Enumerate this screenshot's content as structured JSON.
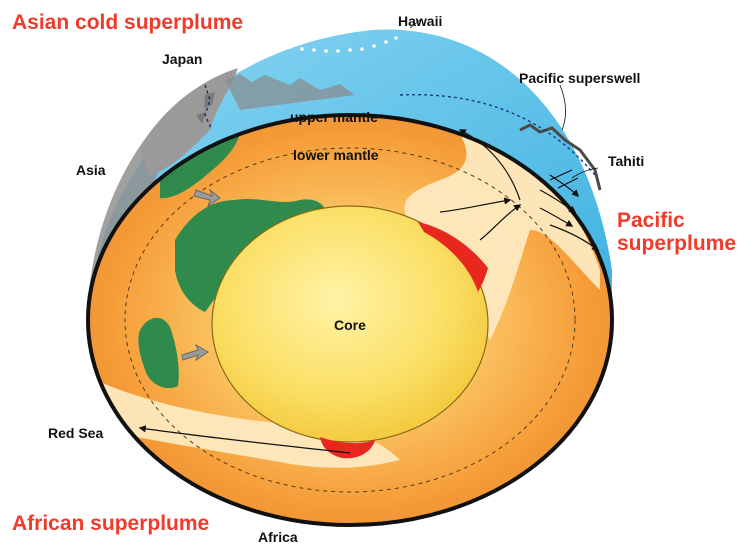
{
  "labels": {
    "asian_cold_superplume": "Asian cold superplume",
    "hawaii": "Hawaii",
    "japan": "Japan",
    "pacific_superswell": "Pacific superswell",
    "upper_mantle": "upper mantle",
    "lower_mantle": "lower mantle",
    "tahiti": "Tahiti",
    "asia": "Asia",
    "pacific_superplume_line1": "Pacific",
    "pacific_superplume_line2": "superplume",
    "core": "Core",
    "red_sea": "Red Sea",
    "african_superplume": "African superplume",
    "africa": "Africa"
  },
  "colors": {
    "ocean": "#5fc4ea",
    "mantle_orange": "#f5a23c",
    "mantle_light": "#fbd17a",
    "core_yellow": "#f7d64a",
    "cold_plume_green": "#2f8a4c",
    "hot_spot_red": "#e8281e",
    "plume_cream": "#fde9bf",
    "label_red": "#f03a2a"
  }
}
